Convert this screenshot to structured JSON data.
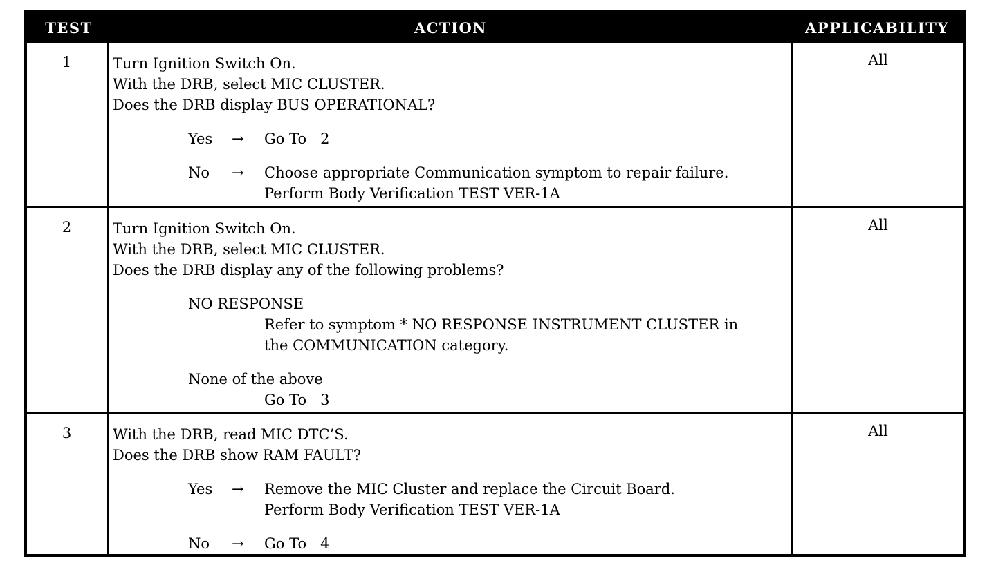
{
  "header": {
    "test": "TEST",
    "action": "ACTION",
    "applicability": "APPLICABILITY"
  },
  "colors": {
    "header_bg": "#000000",
    "header_text": "#ffffff",
    "body_text": "#000000",
    "page_bg": "#ffffff"
  },
  "rows": [
    {
      "test": "1",
      "applicability": "All",
      "intro": [
        "Turn Ignition Switch On.",
        "With the DRB, select MIC CLUSTER.",
        "Does the DRB display BUS OPERATIONAL?"
      ],
      "branches": [
        {
          "label": "Yes",
          "arrow": "→",
          "lines": [
            "Go To   2"
          ]
        },
        {
          "label": "No",
          "arrow": "→",
          "lines": [
            "Choose appropriate Communication symptom to repair failure.",
            "Perform Body Verification TEST VER-1A"
          ]
        }
      ]
    },
    {
      "test": "2",
      "applicability": "All",
      "intro": [
        "Turn Ignition Switch On.",
        "With the DRB, select MIC CLUSTER.",
        "Does the DRB display any of the following problems?"
      ],
      "options": [
        {
          "title": "NO RESPONSE",
          "lines": [
            "Refer to symptom * NO RESPONSE INSTRUMENT CLUSTER in",
            "the COMMUNICATION category."
          ]
        },
        {
          "title": "None of the above",
          "lines": [
            "Go To   3"
          ]
        }
      ]
    },
    {
      "test": "3",
      "applicability": "All",
      "intro": [
        "With the DRB, read MIC DTC’S.",
        "Does the DRB show RAM FAULT?"
      ],
      "branches": [
        {
          "label": "Yes",
          "arrow": "→",
          "lines": [
            "Remove the MIC Cluster and replace the Circuit Board.",
            "Perform Body Verification TEST VER-1A"
          ]
        },
        {
          "label": "No",
          "arrow": "→",
          "lines": [
            "Go To   4"
          ]
        }
      ]
    }
  ]
}
